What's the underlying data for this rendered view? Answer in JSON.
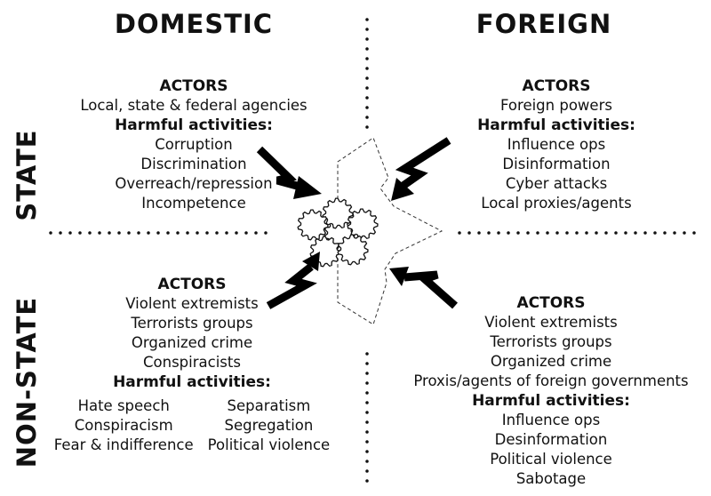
{
  "columns": {
    "domestic": "DOMESTIC",
    "foreign": "FOREIGN"
  },
  "rows": {
    "state": "STATE",
    "non_state": "NON-STATE"
  },
  "quadrants": {
    "domestic_state": {
      "actors_label": "ACTORS",
      "actors": [
        "Local, state & federal agencies"
      ],
      "harm_label": "Harmful activities:",
      "harms": [
        "Corruption",
        "Discrimination",
        "Overreach/repression",
        "Incompetence"
      ]
    },
    "foreign_state": {
      "actors_label": "ACTORS",
      "actors": [
        "Foreign powers"
      ],
      "harm_label": "Harmful activities:",
      "harms": [
        "Influence ops",
        "Disinformation",
        "Cyber attacks",
        "Local proxies/agents"
      ]
    },
    "domestic_non_state": {
      "actors_label": "ACTORS",
      "actors": [
        "Violent extremists",
        "Terrorists groups",
        "Organized crime",
        "Conspiracists"
      ],
      "harm_label": "Harmful activities:",
      "harms_left": [
        "Hate speech",
        "Conspiracism",
        "Fear & indifference"
      ],
      "harms_right": [
        "Separatism",
        "Segregation",
        "Political violence"
      ]
    },
    "foreign_non_state": {
      "actors_label": "ACTORS",
      "actors": [
        "Violent extremists",
        "Terrorists groups",
        "Organized crime",
        "Proxis/agents of foreign governments"
      ],
      "harm_label": "Harmful activities:",
      "harms": [
        "Influence ops",
        "Desinformation",
        "Political violence",
        "Sabotage"
      ]
    }
  }
}
